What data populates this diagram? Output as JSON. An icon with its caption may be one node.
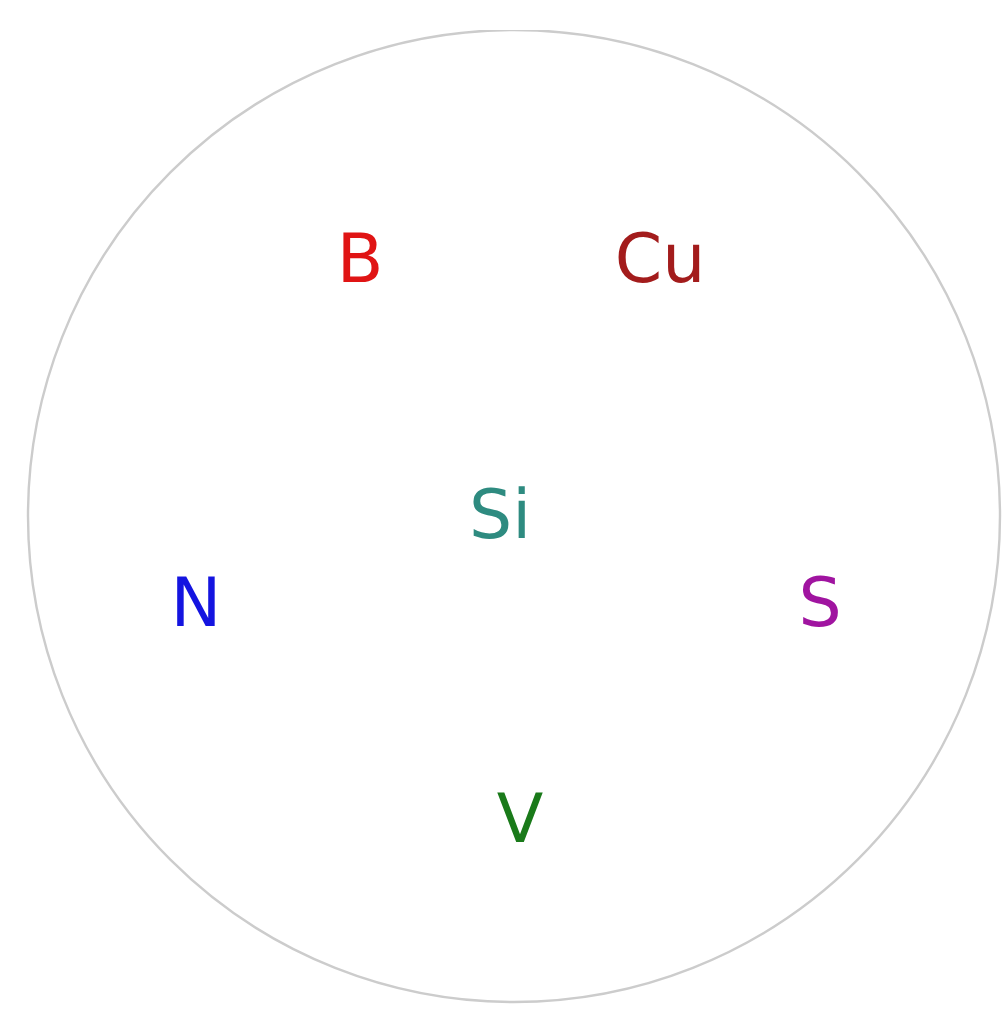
{
  "diagram": {
    "nodes": [
      {
        "text": [],
        "shape": "circle"
      }
    ],
    "labels": [
      "B",
      "Cu",
      "Si",
      "N",
      "S",
      "V"
    ]
  }
}
